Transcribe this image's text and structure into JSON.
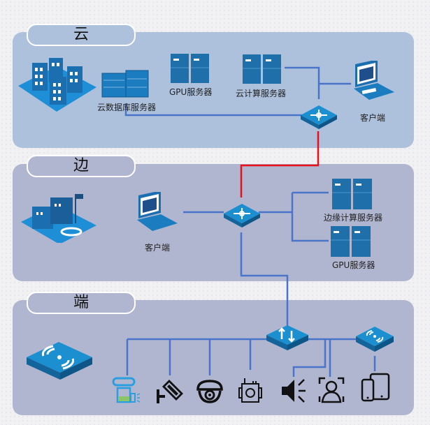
{
  "layers": {
    "cloud": {
      "title": "云"
    },
    "edge": {
      "title": "边"
    },
    "end": {
      "title": "端"
    }
  },
  "cloud_nodes": {
    "db_server": "云数据库服务器",
    "gpu_server": "GPU服务器",
    "compute_server": "云计算服务器",
    "client": "客户端"
  },
  "edge_nodes": {
    "client": "客户端",
    "edge_compute_server": "边缘计算服务器",
    "gpu_server": "GPU服务器"
  },
  "colors": {
    "link": "#4a74c9",
    "uplink": "#e8111a",
    "device_blue": "#1b7cbf"
  }
}
